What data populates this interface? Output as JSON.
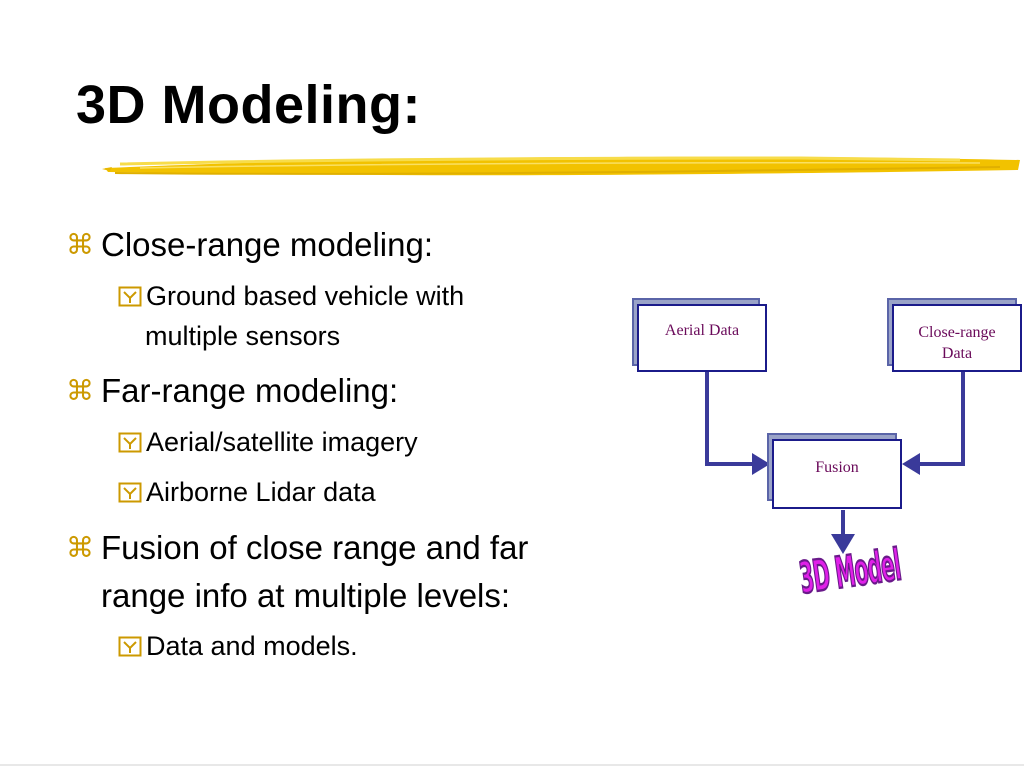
{
  "slide": {
    "title": "3D Modeling:",
    "bullets": [
      {
        "level": 1,
        "lines": [
          "Close-range modeling:"
        ]
      },
      {
        "level": 2,
        "lines": [
          " Ground based vehicle with",
          "multiple sensors"
        ]
      },
      {
        "level": 1,
        "lines": [
          "Far-range modeling:"
        ]
      },
      {
        "level": 2,
        "lines": [
          "Aerial/satellite imagery"
        ]
      },
      {
        "level": 2,
        "lines": [
          "Airborne Lidar data"
        ]
      },
      {
        "level": 1,
        "lines": [
          "Fusion of close range and far",
          "range info at multiple levels:"
        ]
      },
      {
        "level": 2,
        "lines": [
          "Data and models."
        ]
      }
    ],
    "level1_bullet_glyph": "⌘",
    "level2_bullet_icon": "checkbox-y-icon"
  },
  "diagram": {
    "aerial_box": "Aerial Data",
    "close_box_line1": "Close-range",
    "close_box_line2": "Data",
    "fusion_box": "Fusion",
    "output_label": "3D Model"
  },
  "colors": {
    "accent_brush": "#f2c200",
    "bullet_gold": "#cc9900",
    "box_border": "#1b1b8a",
    "box_text": "#6a0a5a",
    "arrow": "#3a3a9a",
    "model_text": "#e020e8"
  }
}
